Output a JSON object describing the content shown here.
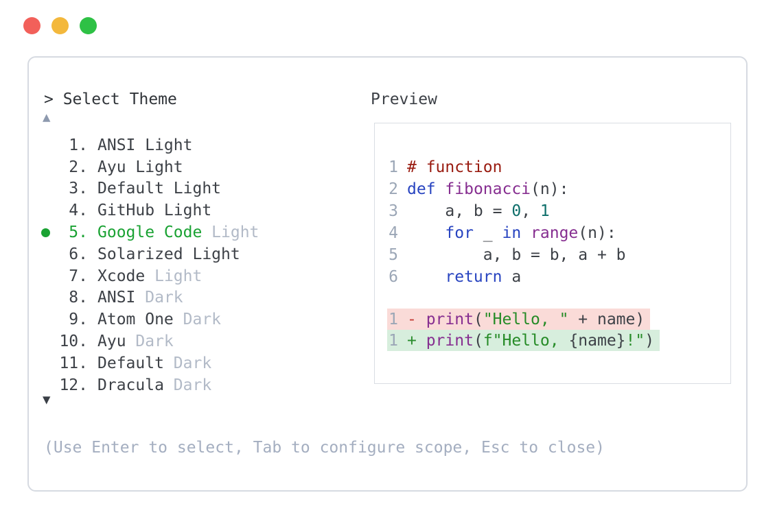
{
  "window": {
    "traffic_lights": [
      {
        "name": "close",
        "color": "#f2605a"
      },
      {
        "name": "minimize",
        "color": "#f3b83c"
      },
      {
        "name": "zoom",
        "color": "#2ec145"
      }
    ]
  },
  "selector": {
    "prompt": "> Select Theme",
    "scroll_up_indicator": "▲",
    "scroll_down_indicator": "▼",
    "items": [
      {
        "number": "1.",
        "name": "ANSI Light",
        "variant": "",
        "selected": false
      },
      {
        "number": "2.",
        "name": "Ayu Light",
        "variant": "",
        "selected": false
      },
      {
        "number": "3.",
        "name": "Default Light",
        "variant": "",
        "selected": false
      },
      {
        "number": "4.",
        "name": "GitHub Light",
        "variant": "",
        "selected": false
      },
      {
        "number": "5.",
        "name": "Google Code",
        "variant": "Light",
        "selected": true
      },
      {
        "number": "6.",
        "name": "Solarized Light",
        "variant": "",
        "selected": false
      },
      {
        "number": "7.",
        "name": "Xcode",
        "variant": "Light",
        "selected": false
      },
      {
        "number": "8.",
        "name": "ANSI",
        "variant": "Dark",
        "selected": false
      },
      {
        "number": "9.",
        "name": "Atom One",
        "variant": "Dark",
        "selected": false
      },
      {
        "number": "10.",
        "name": "Ayu",
        "variant": "Dark",
        "selected": false
      },
      {
        "number": "11.",
        "name": "Default",
        "variant": "Dark",
        "selected": false
      },
      {
        "number": "12.",
        "name": "Dracula",
        "variant": "Dark",
        "selected": false
      }
    ],
    "hint": "(Use Enter to select, Tab to configure scope, Esc to close)"
  },
  "preview": {
    "title": "Preview",
    "code_lines": [
      {
        "num": "1",
        "tokens": [
          {
            "t": "# function",
            "c": "comment"
          }
        ]
      },
      {
        "num": "2",
        "tokens": [
          {
            "t": "def",
            "c": "keyword"
          },
          {
            "t": " ",
            "c": "plain"
          },
          {
            "t": "fibonacci",
            "c": "function"
          },
          {
            "t": "(n):",
            "c": "plain"
          }
        ]
      },
      {
        "num": "3",
        "tokens": [
          {
            "t": "    a, b = ",
            "c": "plain"
          },
          {
            "t": "0",
            "c": "literal"
          },
          {
            "t": ", ",
            "c": "plain"
          },
          {
            "t": "1",
            "c": "literal"
          }
        ]
      },
      {
        "num": "4",
        "tokens": [
          {
            "t": "    ",
            "c": "plain"
          },
          {
            "t": "for",
            "c": "keyword"
          },
          {
            "t": " _ ",
            "c": "plain"
          },
          {
            "t": "in",
            "c": "keyword"
          },
          {
            "t": " ",
            "c": "plain"
          },
          {
            "t": "range",
            "c": "function"
          },
          {
            "t": "(n):",
            "c": "plain"
          }
        ]
      },
      {
        "num": "5",
        "tokens": [
          {
            "t": "        a, b = b, a + b",
            "c": "plain"
          }
        ]
      },
      {
        "num": "6",
        "tokens": [
          {
            "t": "    ",
            "c": "plain"
          },
          {
            "t": "return",
            "c": "keyword"
          },
          {
            "t": " a",
            "c": "plain"
          }
        ]
      }
    ],
    "diff_lines": [
      {
        "num": "1",
        "type": "removed",
        "tokens": [
          {
            "t": "- ",
            "c": "minus"
          },
          {
            "t": "print",
            "c": "function"
          },
          {
            "t": "(",
            "c": "plain"
          },
          {
            "t": "\"Hello, \"",
            "c": "string"
          },
          {
            "t": " + name)",
            "c": "plain"
          }
        ]
      },
      {
        "num": "1",
        "type": "added",
        "tokens": [
          {
            "t": "+ ",
            "c": "plus"
          },
          {
            "t": "print",
            "c": "function"
          },
          {
            "t": "(",
            "c": "plain"
          },
          {
            "t": "f\"Hello, ",
            "c": "string"
          },
          {
            "t": "{name}",
            "c": "plain"
          },
          {
            "t": "!\"",
            "c": "string"
          },
          {
            "t": ")",
            "c": "plain"
          }
        ]
      }
    ]
  },
  "colors": {
    "light_red": "#f2605a",
    "light_yellow": "#f3b83c",
    "light_green": "#2ec145",
    "select_green": "#1aa233",
    "text_dark": "#3d4147",
    "text_muted": "#aab3c2",
    "comment": "#991b10",
    "keyword": "#2844c0",
    "function": "#862e90",
    "literal": "#0d6e6a",
    "string": "#268b27",
    "minus": "#c43c35",
    "plus": "#2a8c2d",
    "diff_red_bg": "#fadbd8",
    "diff_green_bg": "#d7eedd",
    "panel_border": "#d6dae1"
  }
}
